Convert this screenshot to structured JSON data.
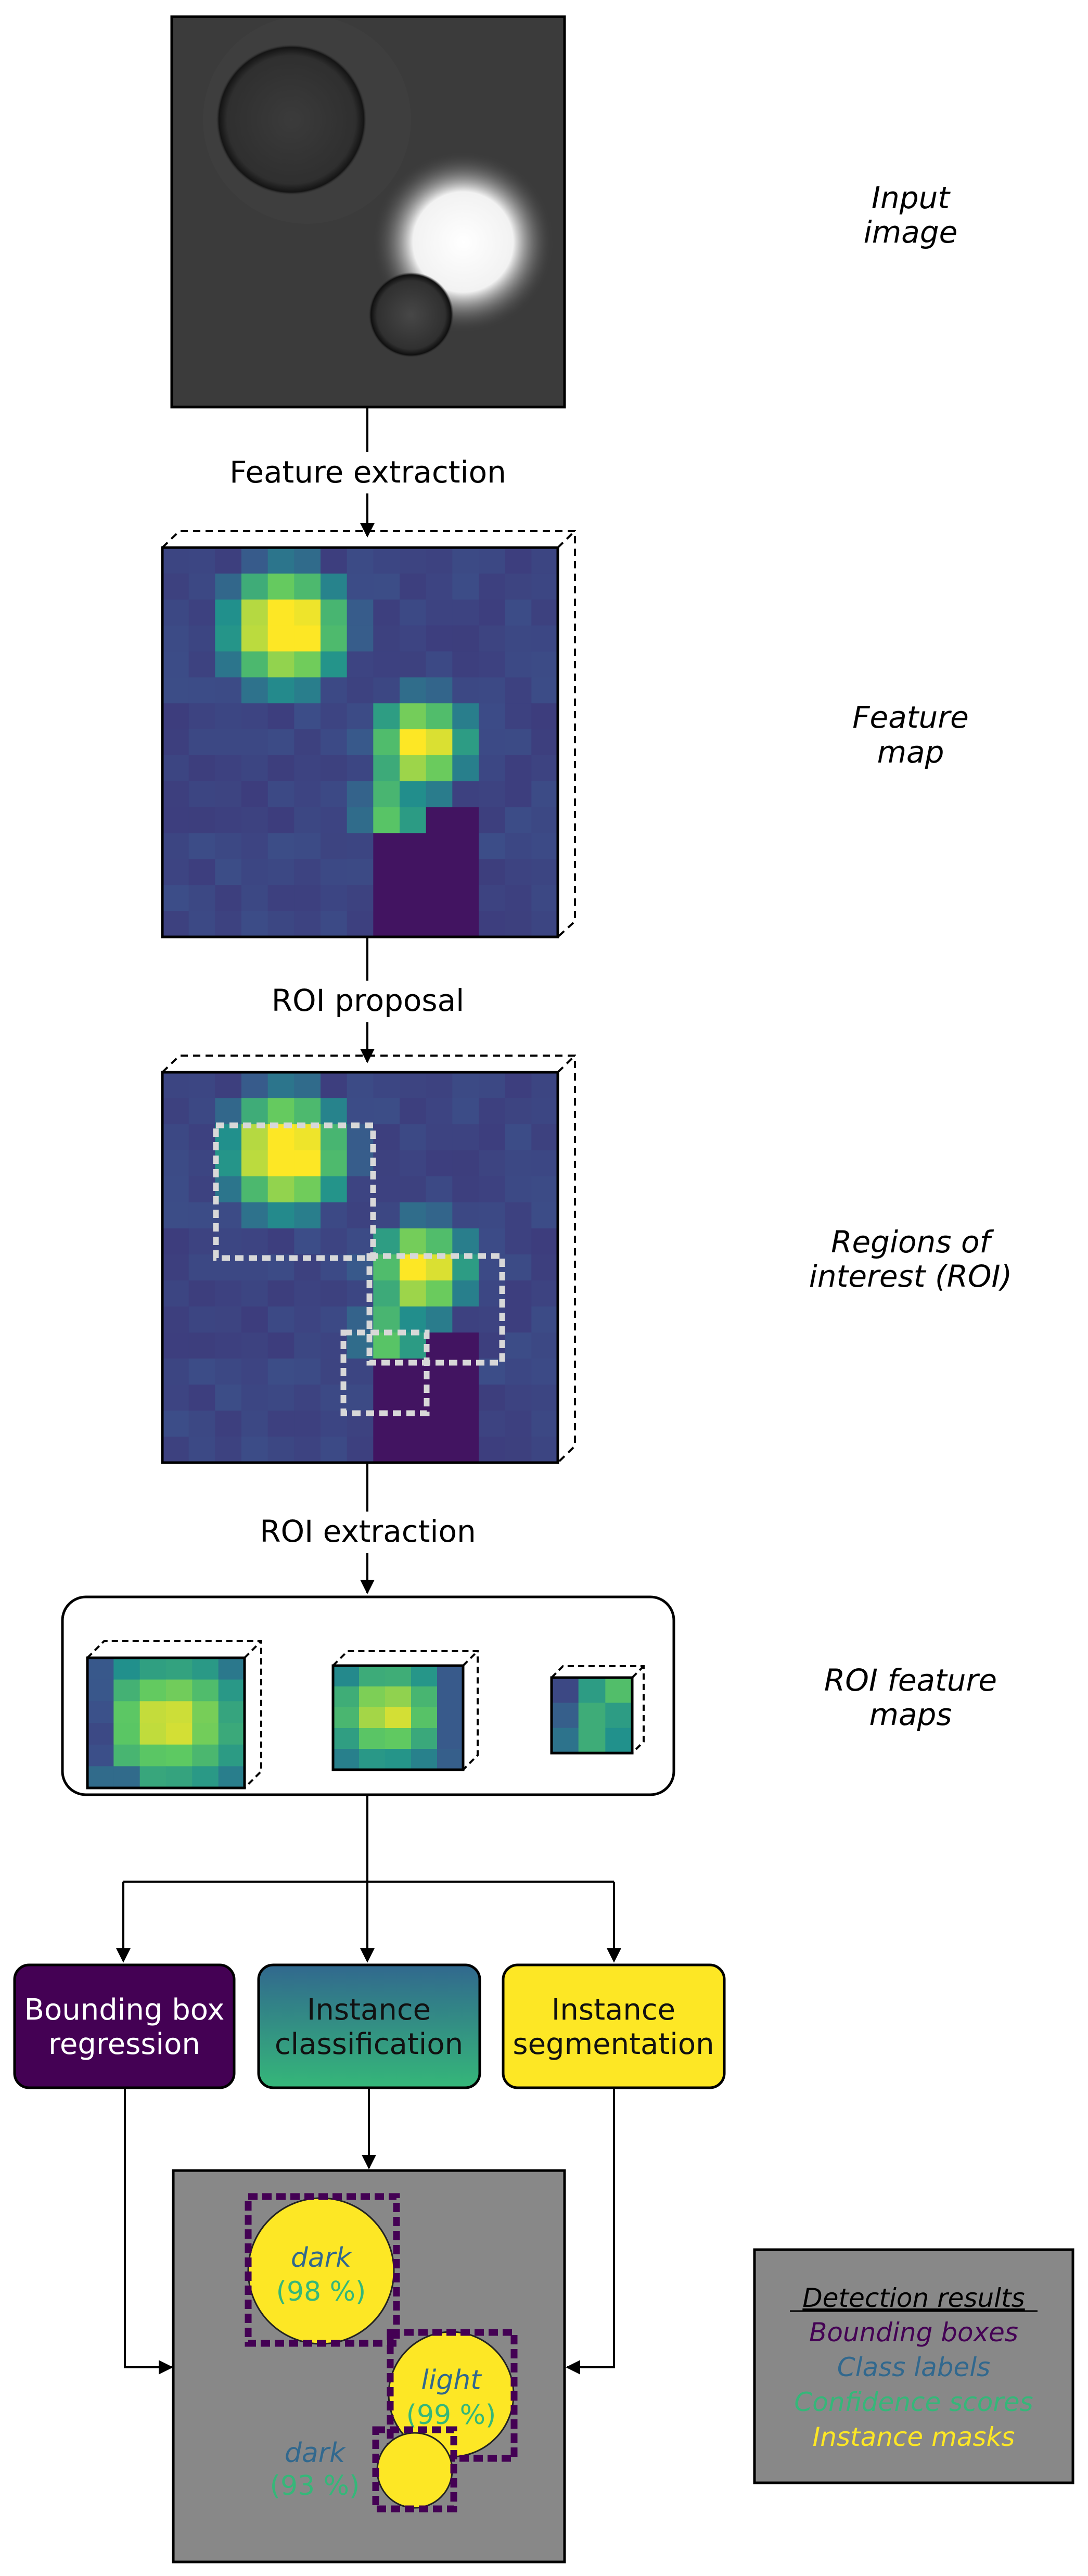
{
  "pipeline": {
    "steps": {
      "feature_extraction": "Feature extraction",
      "roi_proposal": "ROI proposal",
      "roi_extraction": "ROI extraction"
    },
    "side_labels": {
      "input_image": [
        "Input",
        "image"
      ],
      "feature_map": [
        "Feature",
        "map"
      ],
      "roi": [
        "Regions of",
        "interest (ROI)"
      ],
      "roi_feature_maps": [
        "ROI feature",
        "maps"
      ]
    },
    "heads": [
      {
        "lines": [
          "Bounding box",
          "regression"
        ],
        "color": "#440154",
        "text_color": "#ffffff"
      },
      {
        "lines": [
          "Instance",
          "classification"
        ],
        "color_top": "#31688e",
        "color_bottom": "#35b779",
        "text_color": "#111111"
      },
      {
        "lines": [
          "Instance",
          "segmentation"
        ],
        "color": "#fde725",
        "text_color": "#111111"
      }
    ]
  },
  "results": {
    "detections": [
      {
        "label": "dark",
        "score": "(98 %)"
      },
      {
        "label": "light",
        "score": "(99 %)"
      },
      {
        "label": "dark",
        "score": "(93 %)"
      }
    ]
  },
  "legend": {
    "title": "Detection results",
    "items": [
      {
        "text": "Bounding boxes",
        "color": "#440154"
      },
      {
        "text": "Class labels",
        "color": "#31688e"
      },
      {
        "text": "Confidence scores",
        "color": "#35b779"
      },
      {
        "text": "Instance masks",
        "color": "#fde725"
      }
    ]
  },
  "colors": {
    "viridis_dark": "#440154",
    "viridis_blue": "#3b528b",
    "viridis_teal": "#21918c",
    "viridis_green": "#5ec962",
    "viridis_yellow": "#fde725",
    "result_bg": "#888888",
    "roi_box": "#d8d8d8"
  }
}
